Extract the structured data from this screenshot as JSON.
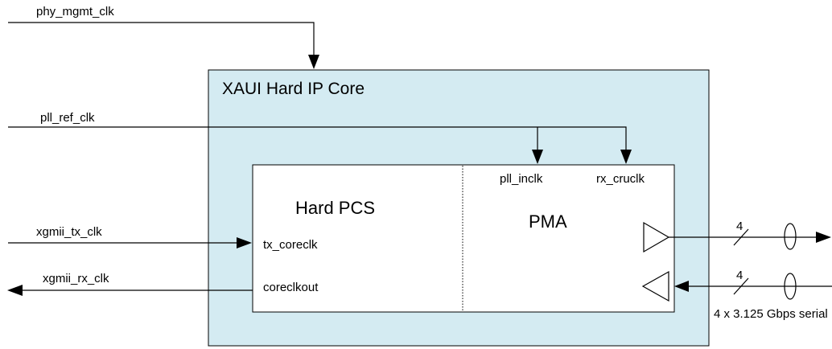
{
  "colors": {
    "outer_fill": "#d4ebf2",
    "inner_fill": "#ffffff",
    "line": "#000000"
  },
  "signals": {
    "phy_mgmt_clk": "phy_mgmt_clk",
    "pll_ref_clk": "pll_ref_clk",
    "xgmii_tx_clk": "xgmii_tx_clk",
    "xgmii_rx_clk": "xgmii_rx_clk"
  },
  "core": {
    "title": "XAUI Hard IP Core"
  },
  "pcs": {
    "title": "Hard PCS",
    "tx_coreclk": "tx_coreclk",
    "coreclkout": "coreclkout"
  },
  "pma": {
    "title": "PMA",
    "pll_inclk": "pll_inclk",
    "rx_cruclk": "rx_cruclk"
  },
  "serial": {
    "tx_width": "4",
    "rx_width": "4",
    "label": "4 x 3.125 Gbps serial"
  }
}
